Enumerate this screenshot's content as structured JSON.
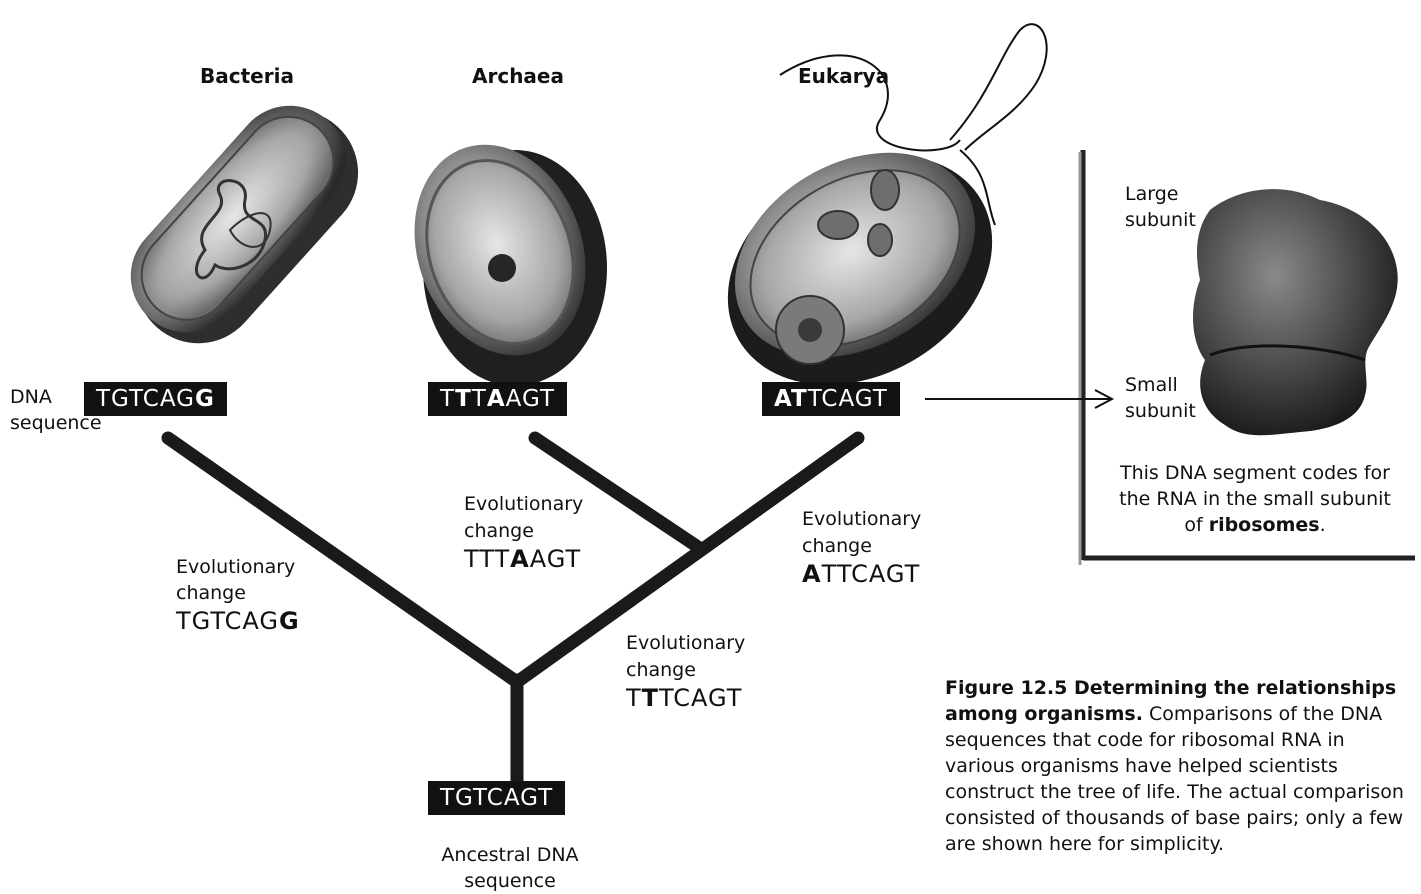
{
  "domains": {
    "bacteria": "Bacteria",
    "archaea": "Archaea",
    "eukarya": "Eukarya"
  },
  "sequences": {
    "bacteria": {
      "plain": "TGTCAG",
      "bold": "G"
    },
    "archaea": {
      "pre": "T",
      "b1": "T",
      "mid": "T",
      "b2": "A",
      "post": "AGT"
    },
    "eukarya": {
      "bold": "AT",
      "plain": "TCAGT"
    },
    "ancestral": "TGTCAGT"
  },
  "labels": {
    "dna_line1": "DNA",
    "dna_line2": "sequence",
    "ancestral_line1": "Ancestral DNA",
    "ancestral_line2": "sequence"
  },
  "changes": {
    "evolutionary": "Evolutionary",
    "change": "change",
    "bacteria_seq": {
      "plain": "TGTCAG",
      "bold": "G"
    },
    "archaea_seq": {
      "pre": "TTT",
      "bold": "A",
      "post": "AGT"
    },
    "eukarya_seq": {
      "bold": "A",
      "post": "TTCAGT"
    },
    "common_seq": {
      "pre": "T",
      "bold": "T",
      "post": "TCAGT"
    }
  },
  "ribosome": {
    "large1": "Large",
    "large2": "subunit",
    "small1": "Small",
    "small2": "subunit",
    "note1": "This DNA segment codes for",
    "note2": "the RNA in the small subunit",
    "note3_pre": "of",
    "note3_bold": "ribosomes",
    "note3_post": "."
  },
  "caption": {
    "bold": "Figure 12.5   Determining the relationships among organisms.",
    "text": "Comparisons of the DNA sequences that code for ribosomal RNA in various organisms have helped scientists construct the tree of life. The actual comparison consisted of thousands of base pairs; only a few are shown here for simplicity."
  }
}
